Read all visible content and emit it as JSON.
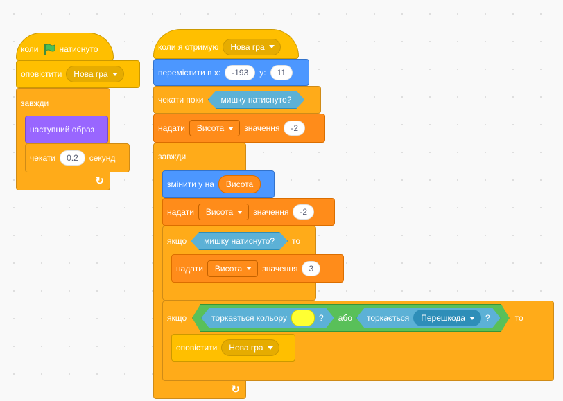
{
  "script1": {
    "when_flag": {
      "pre": "коли",
      "post": "натиснуто"
    },
    "broadcast": {
      "label": "оповістити",
      "message": "Нова гра"
    },
    "forever": "завжди",
    "next_costume": "наступний образ",
    "wait": {
      "label": "чекати",
      "value": "0.2",
      "unit": "секунд"
    }
  },
  "script2": {
    "when_receive": {
      "label": "коли я отримую",
      "message": "Нова гра"
    },
    "goto": {
      "label": "перемістити в x:",
      "x": "-193",
      "y_label": "y:",
      "y": "11"
    },
    "wait_until": {
      "label": "чекати поки",
      "condition": "мишку натиснуто?"
    },
    "set_var1": {
      "label": "надати",
      "var": "Висота",
      "mid": "значення",
      "value": "-2"
    },
    "forever": "завжди",
    "change_y": {
      "label": "змінити y на",
      "var": "Висота"
    },
    "set_var2": {
      "label": "надати",
      "var": "Висота",
      "mid": "значення",
      "value": "-2"
    },
    "if1": {
      "label": "якщо",
      "condition": "мишку натиснуто?",
      "then": "то"
    },
    "set_var3": {
      "label": "надати",
      "var": "Висота",
      "mid": "значення",
      "value": "3"
    },
    "if2": {
      "label": "якщо",
      "touch_color": "торкається кольору",
      "q1": "?",
      "or": "або",
      "touch": "торкається",
      "sprite": "Перешкода",
      "q2": "?",
      "then": "то"
    },
    "broadcast": {
      "label": "оповістити",
      "message": "Нова гра"
    }
  },
  "colors": {
    "events": "#FFBF00",
    "control": "#FFAB19",
    "motion": "#4C97FF",
    "variables": "#FF8C1A",
    "looks": "#9966FF",
    "sensing": "#5CB1D6",
    "operators": "#59C059",
    "swatch": "#FFFF33"
  }
}
